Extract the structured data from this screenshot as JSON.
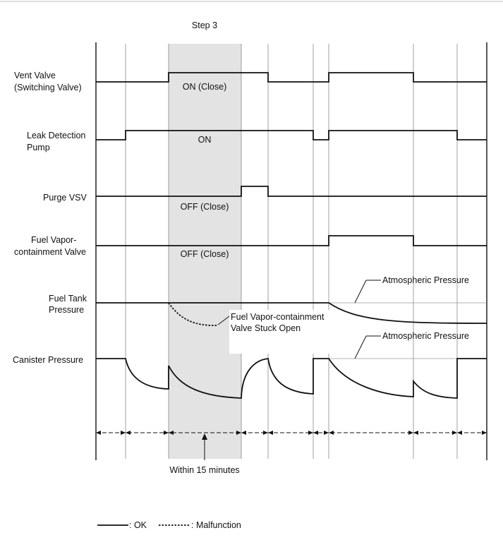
{
  "step_label": "Step 3",
  "signals": {
    "vent_valve": {
      "name_line1": "Vent Valve",
      "name_line2": "(Switching Valve)",
      "state": "ON (Close)"
    },
    "leak_pump": {
      "name_line1": "Leak Detection",
      "name_line2": "Pump",
      "state": "ON"
    },
    "purge_vsv": {
      "name": "Purge VSV",
      "state": "OFF (Close)"
    },
    "vapor_valve": {
      "name_line1": "Fuel Vapor-",
      "name_line2": "containment Valve",
      "state": "OFF (Close)"
    },
    "fuel_tank": {
      "name_line1": "Fuel Tank",
      "name_line2": "Pressure"
    },
    "canister": {
      "name": "Canister Pressure"
    }
  },
  "annotations": {
    "atmospheric_1": "Atmospheric Pressure",
    "atmospheric_2": "Atmospheric Pressure",
    "stuck_line1": "Fuel Vapor-containment",
    "stuck_line2": "Valve Stuck Open",
    "within": "Within 15 minutes"
  },
  "legend": {
    "ok": ": OK",
    "malfunction": ": Malfunction"
  }
}
